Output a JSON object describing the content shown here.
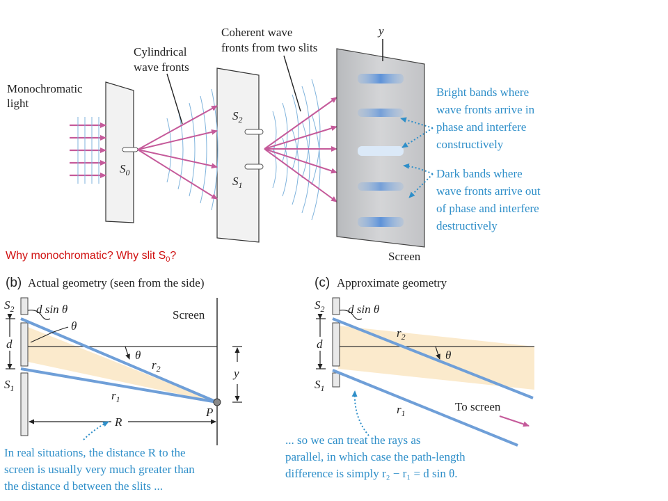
{
  "colors": {
    "ray_pink": "#c55a9a",
    "caption_blue": "#2f8fc9",
    "beam_blue": "#6f9fd8",
    "sector_fill": "#fbe8c6",
    "screen_gray": "#c8c9cb",
    "question_red": "#d01010"
  },
  "part_a": {
    "monochromatic": [
      "Monochromatic",
      "light"
    ],
    "cylindrical": [
      "Cylindrical",
      "wave fronts"
    ],
    "coherent": [
      "Coherent wave",
      "fronts from two slits"
    ],
    "y_label": "y",
    "s0": "S",
    "s0_sub": "0",
    "s1": "S",
    "s1_sub": "1",
    "s2": "S",
    "s2_sub": "2",
    "bright": [
      "Bright bands where",
      "wave fronts arrive in",
      "phase and interfere",
      "constructively"
    ],
    "dark": [
      "Dark bands where",
      "wave fronts arrive out",
      "of phase and interfere",
      "destructively"
    ],
    "screen": "Screen"
  },
  "question": {
    "text": "Why monochromatic? Why slit S",
    "sub": "0",
    "end": "?"
  },
  "part_b": {
    "letter": "(b)",
    "title": "Actual geometry (seen from the side)",
    "s2": "S",
    "s2_sub": "2",
    "s1": "S",
    "s1_sub": "1",
    "d": "d",
    "dsin": "d sin θ",
    "theta": "θ",
    "theta2": "θ",
    "r1": "r",
    "r1_sub": "1",
    "r2": "r",
    "r2_sub": "2",
    "screen": "Screen",
    "y": "y",
    "P": "P",
    "R": "R",
    "caption": [
      "In real situations, the distance R to the",
      "screen is usually very much greater than",
      "the distance d between the slits ..."
    ]
  },
  "part_c": {
    "letter": "(c)",
    "title": "Approximate geometry",
    "s2": "S",
    "s2_sub": "2",
    "s1": "S",
    "s1_sub": "1",
    "d": "d",
    "dsin": "d sin θ",
    "theta": "θ",
    "r1": "r",
    "r1_sub": "1",
    "r2": "r",
    "r2_sub": "2",
    "to_screen": "To screen",
    "caption": [
      "... so we can treat the rays as",
      "parallel, in which case the path-length",
      "difference is simply r₂ − r₁ = d sin θ."
    ]
  }
}
